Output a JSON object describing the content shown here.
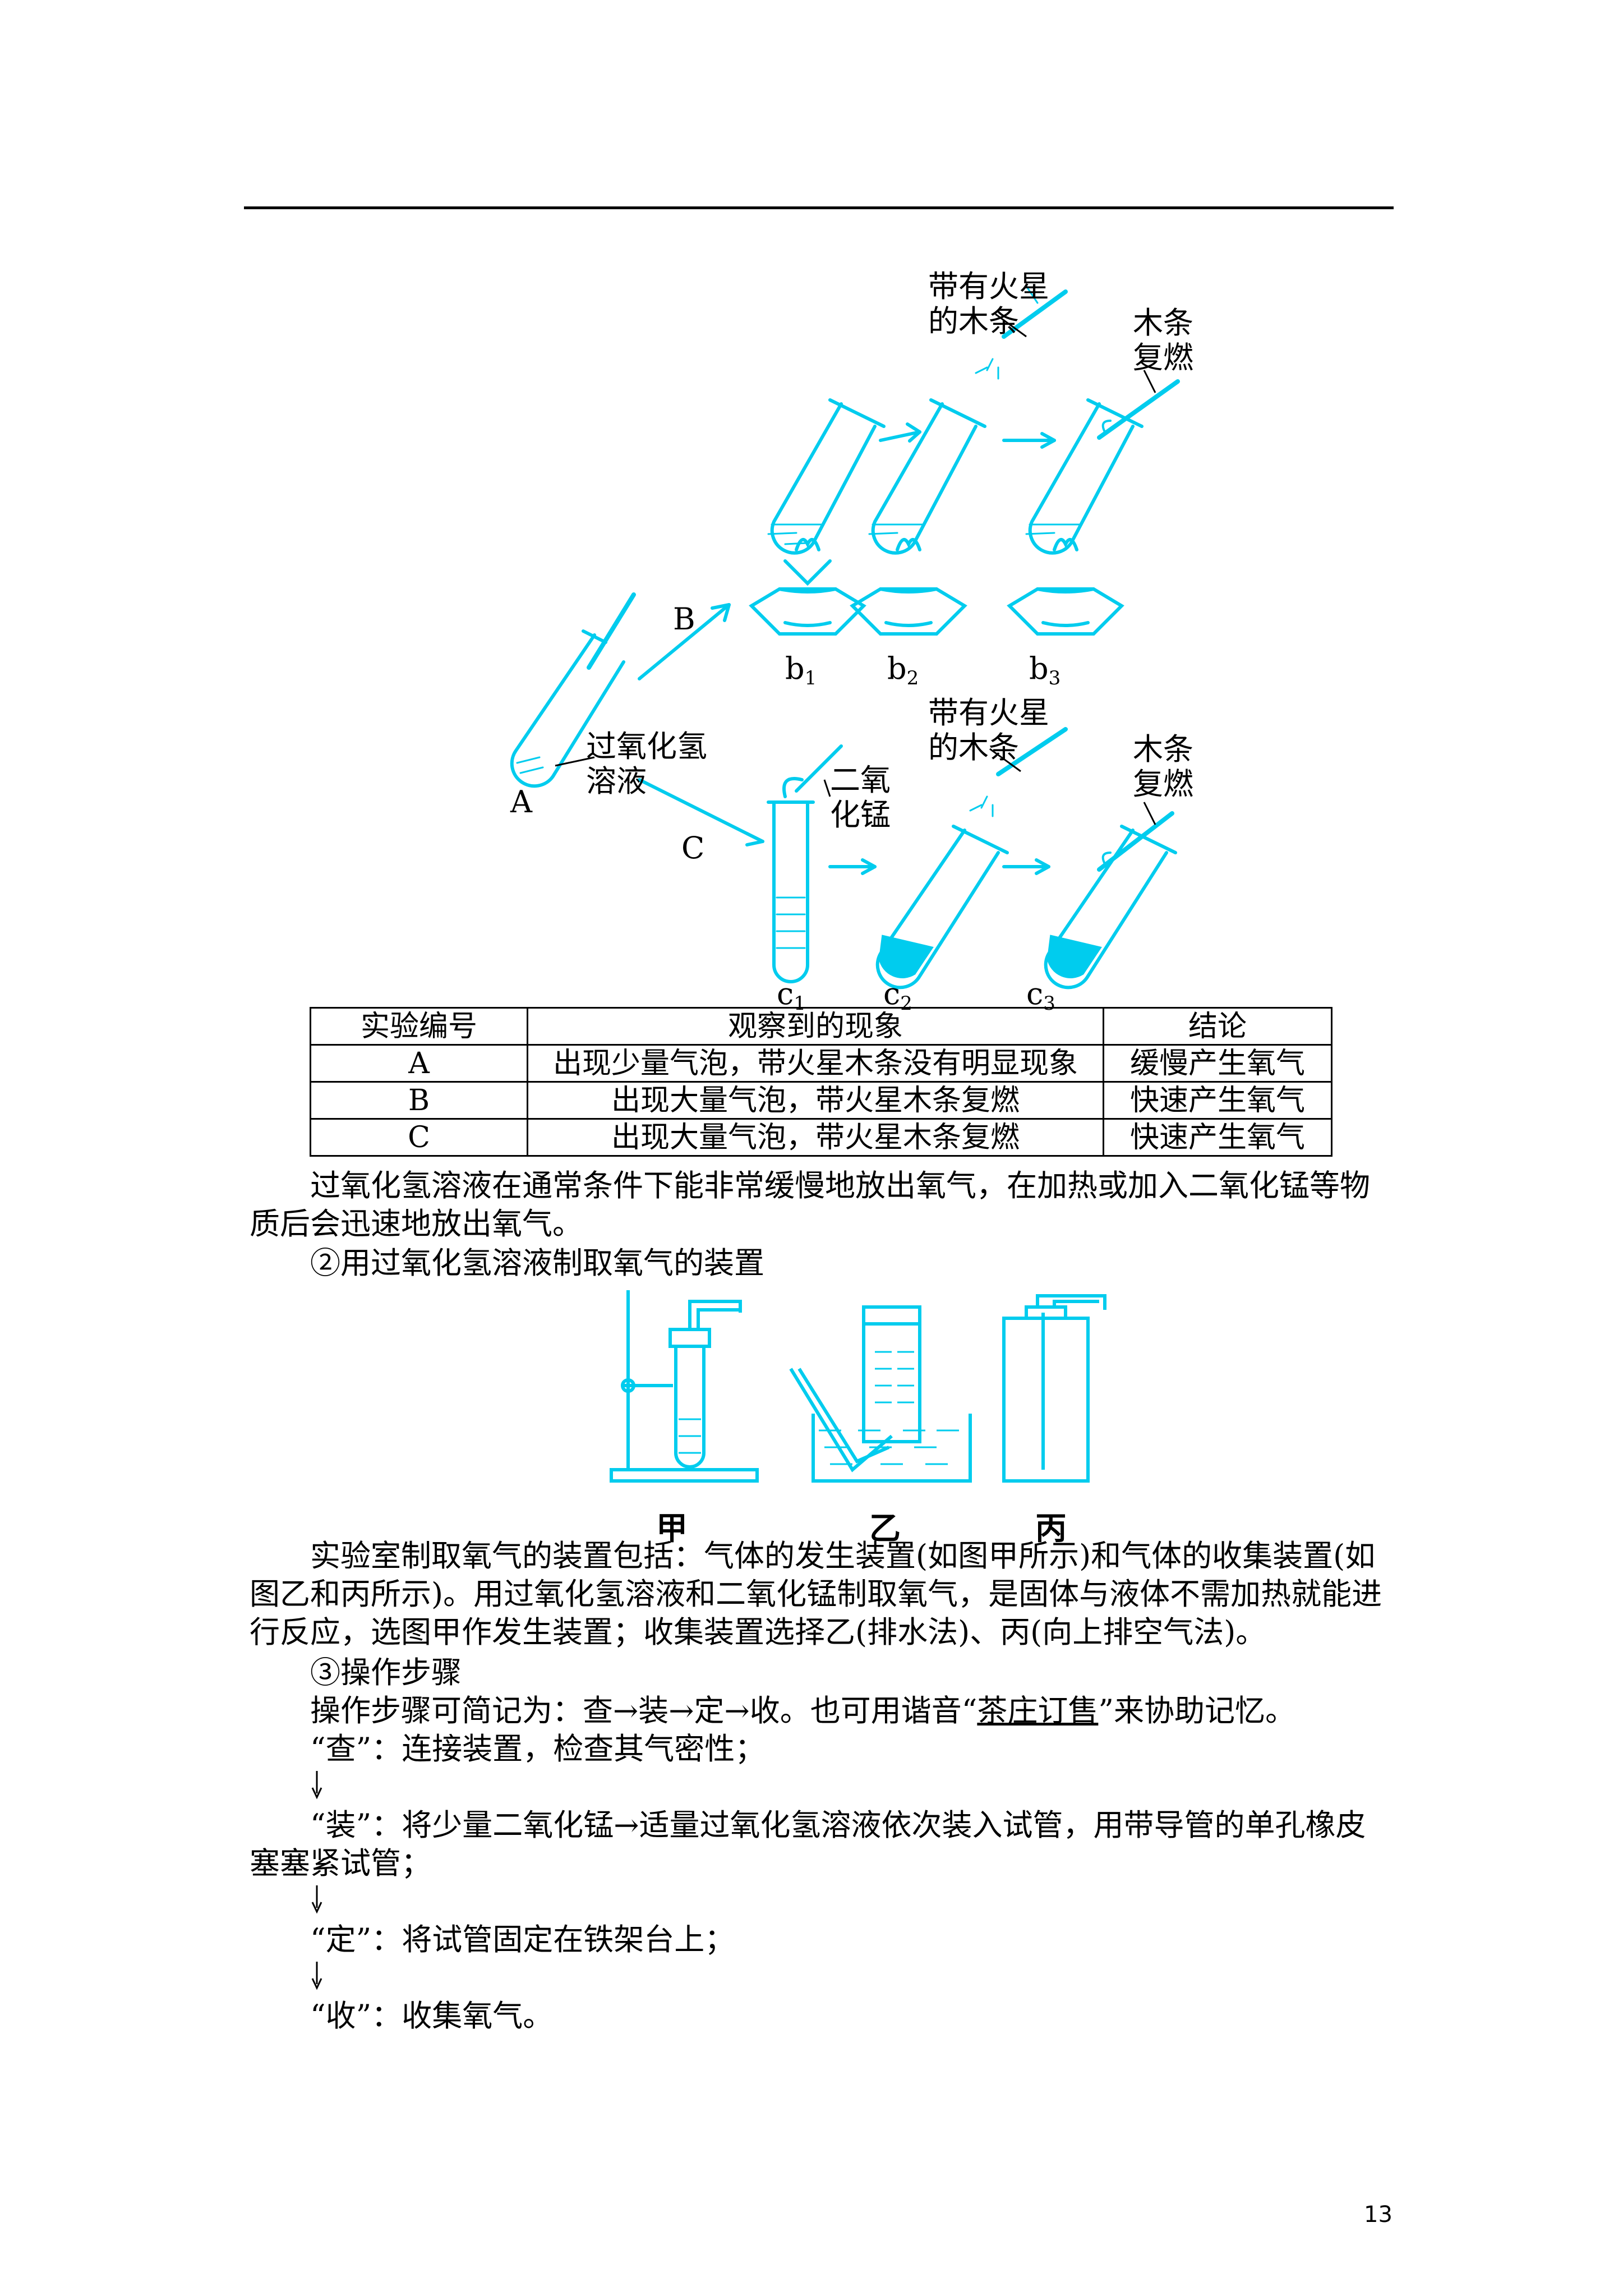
{
  "figure1": {
    "top_label_1": [
      "带有火星",
      "的木条"
    ],
    "top_label_2": [
      "木条",
      "复燃"
    ],
    "mid_label_1": [
      "带有火星",
      "的木条"
    ],
    "mid_label_2": [
      "木条",
      "复燃"
    ],
    "label_B": "B",
    "label_C": "C",
    "label_A": "A",
    "label_h2o2": [
      "过氧化氢",
      "溶液"
    ],
    "label_mno2": [
      "二氧",
      "化锰"
    ],
    "b1": "b",
    "b2": "b",
    "b3": "b",
    "c1": "c",
    "c2": "c",
    "c3": "c",
    "sub1": "1",
    "sub2": "2",
    "sub3": "3",
    "accent_color": "#00CCEE"
  },
  "table": {
    "headers": [
      "实验编号",
      "观察到的现象",
      "结论"
    ],
    "rows": [
      [
        "A",
        "出现少量气泡，带火星木条没有明显现象",
        "缓慢产生氧气"
      ],
      [
        "B",
        "出现大量气泡，带火星木条复燃",
        "快速产生氧气"
      ],
      [
        "C",
        "出现大量气泡，带火星木条复燃",
        "快速产生氧气"
      ]
    ]
  },
  "text": {
    "p1": "过氧化氢溶液在通常条件下能非常缓慢地放出氧气，在加热或加入二氧化锰等物质后会迅速地放出氧气。",
    "h2": "②用过氧化氢溶液制取氧气的装置",
    "p2": "实验室制取氧气的装置包括：气体的发生装置(如图甲所示)和气体的收集装置(如图乙和丙所示)。用过氧化氢溶液和二氧化锰制取氧气，是固体与液体不需加热就能进行反应，选图甲作发生装置；收集装置选择乙(排水法)、丙(向上排空气法)。",
    "h3": "③操作步骤",
    "p3a": "操作步骤可简记为：查→装→定→收。也可用谐音“",
    "p3u": "茶庄订售",
    "p3b": "”来协助记忆。",
    "s1": "“查”：连接装置，检查其气密性；",
    "s2": "“装”：将少量二氧化锰→适量过氧化氢溶液依次装入试管，用带导管的单孔橡皮塞塞紧试管；",
    "s3": "“定”：将试管固定在铁架台上；",
    "s4": "“收”：收集氧气。"
  },
  "figure2": {
    "cap1": "甲",
    "cap2": "乙",
    "cap3": "丙"
  },
  "page_number": "13"
}
